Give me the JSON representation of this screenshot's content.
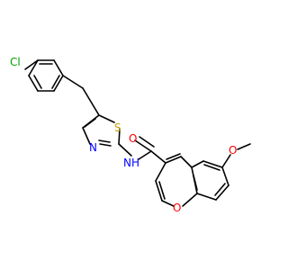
{
  "atoms": [
    {
      "label": "Cl",
      "color": "#00a000"
    },
    {
      "label": "S",
      "color": "#c8a000"
    },
    {
      "label": "N",
      "color": "#0000ff"
    },
    {
      "label": "NH",
      "color": "#0000ff"
    },
    {
      "label": "H",
      "color": "#0000ff"
    },
    {
      "label": "O",
      "color": "#ff0000"
    },
    {
      "label": "O",
      "color": "#ff0000"
    },
    {
      "label": "O",
      "color": "#ff0000"
    }
  ]
}
